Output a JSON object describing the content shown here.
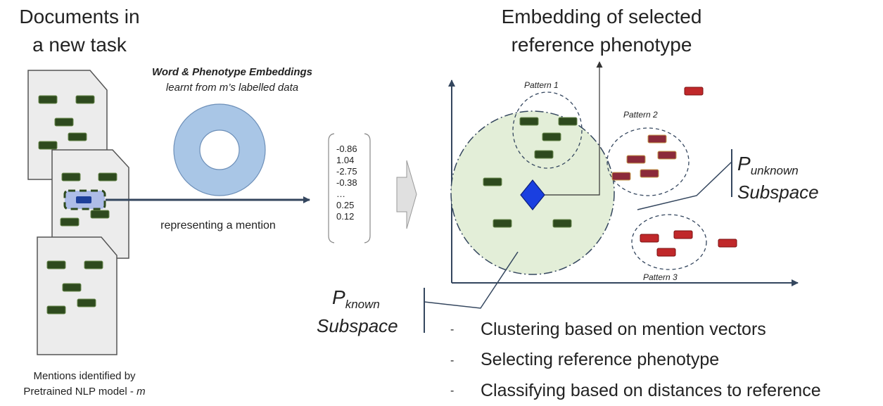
{
  "left_title": [
    "Documents in",
    "a new task"
  ],
  "embeddings": {
    "title": "Word & Phenotype Embeddings",
    "subtitle": "learnt from m’s labelled data"
  },
  "representing_label": "representing a mention",
  "vector": [
    "-0.86",
    "1.04",
    "-2.75",
    "-0.38",
    "…",
    "0.25",
    "0.12"
  ],
  "right_title": [
    "Embedding of selected",
    "reference phenotype"
  ],
  "patterns": [
    "Pattern 1",
    "Pattern 2",
    "Pattern 3"
  ],
  "subspaces": {
    "unknown": {
      "symbol": "P",
      "sub": "unknown",
      "word": "Subspace"
    },
    "known": {
      "symbol": "P",
      "sub": "known",
      "word": "Subspace"
    }
  },
  "bullets": [
    "Clustering based on mention vectors",
    "Selecting reference phenotype",
    "Classifying based on distances to reference"
  ],
  "bullet_marker": "-",
  "mentions_caption": {
    "line1": "Mentions identified by",
    "line2_prefix": "Pretrained NLP model - ",
    "line2_model": "m"
  },
  "colors": {
    "document_fill": "#ececec",
    "document_stroke": "#555555",
    "green_mark": "#2e4a1e",
    "red_mark": "#c0282a",
    "maroon_mark": "#8b2a3a",
    "reference_diamond": "#1a3fe0",
    "known_region_fill": "#e3eed8",
    "donut": "#a9c6e6",
    "arrow": "#34465e"
  }
}
